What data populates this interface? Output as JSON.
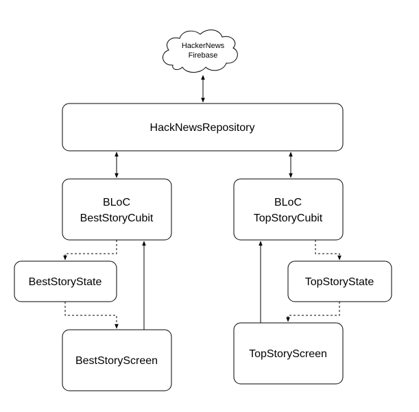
{
  "diagram": {
    "cloud": {
      "line1": "HackerNews",
      "line2": "Firebase"
    },
    "repository": {
      "label": "HackNewsRepository"
    },
    "best_bloc": {
      "line1": "BLoC",
      "line2": "BestStoryCubit"
    },
    "top_bloc": {
      "line1": "BLoC",
      "line2": "TopStoryCubit"
    },
    "best_state": {
      "label": "BestStoryState"
    },
    "top_state": {
      "label": "TopStoryState"
    },
    "best_screen": {
      "label": "BestStoryScreen"
    },
    "top_screen": {
      "label": "TopStoryScreen"
    }
  },
  "colors": {
    "stroke": "#000000",
    "fill": "#ffffff",
    "text": "#000000"
  }
}
